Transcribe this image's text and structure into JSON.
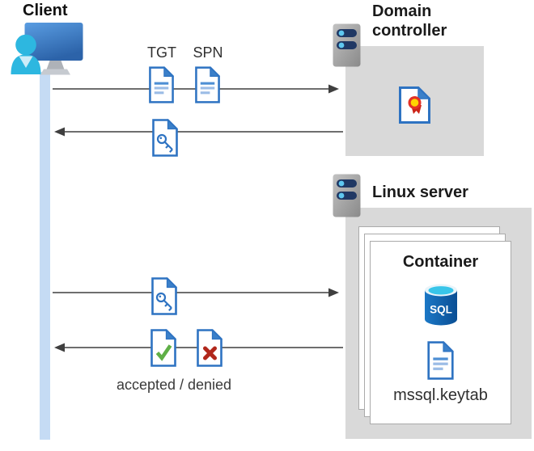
{
  "client": {
    "title": "Client"
  },
  "domain_controller": {
    "title": "Domain controller"
  },
  "linux_server": {
    "title": "Linux server"
  },
  "container": {
    "title": "Container",
    "sql_badge": "SQL",
    "keytab_file": "mssql.keytab"
  },
  "flow": {
    "tgt_label": "TGT",
    "spn_label": "SPN",
    "result_label": "accepted / denied"
  },
  "icons": {
    "client": "user-at-monitor-icon",
    "server": "server-rack-icon",
    "certificate": "certificate-document-icon",
    "ticket": "document-lines-icon",
    "service_ticket": "document-key-icon",
    "accepted": "document-check-icon",
    "denied": "document-x-icon",
    "sql": "sql-database-cylinder-icon",
    "keytab": "document-lines-icon"
  },
  "palette": {
    "doc_border_blue": "#2e73c2",
    "doc_fold_blue": "#3b80c9",
    "doc_line_light": "#9bbce6",
    "doc_line_dark": "#4e8fd4",
    "box_gray": "#d9d9d9",
    "lifeline_blue": "#c5dbf4",
    "arrow_gray": "#3f3f3f",
    "check_green": "#5faf46",
    "deny_red": "#b1271b",
    "cert_red": "#e33125",
    "cert_yellow": "#ffd400",
    "sql_body_blue": "#0f63ae",
    "sql_top_cyan": "#38c5e9",
    "person_cyan": "#2db7e0",
    "monitor_blue": "#3c7fc0",
    "server_bar_navy": "#203864",
    "server_dot_blue": "#5fc8f0"
  }
}
